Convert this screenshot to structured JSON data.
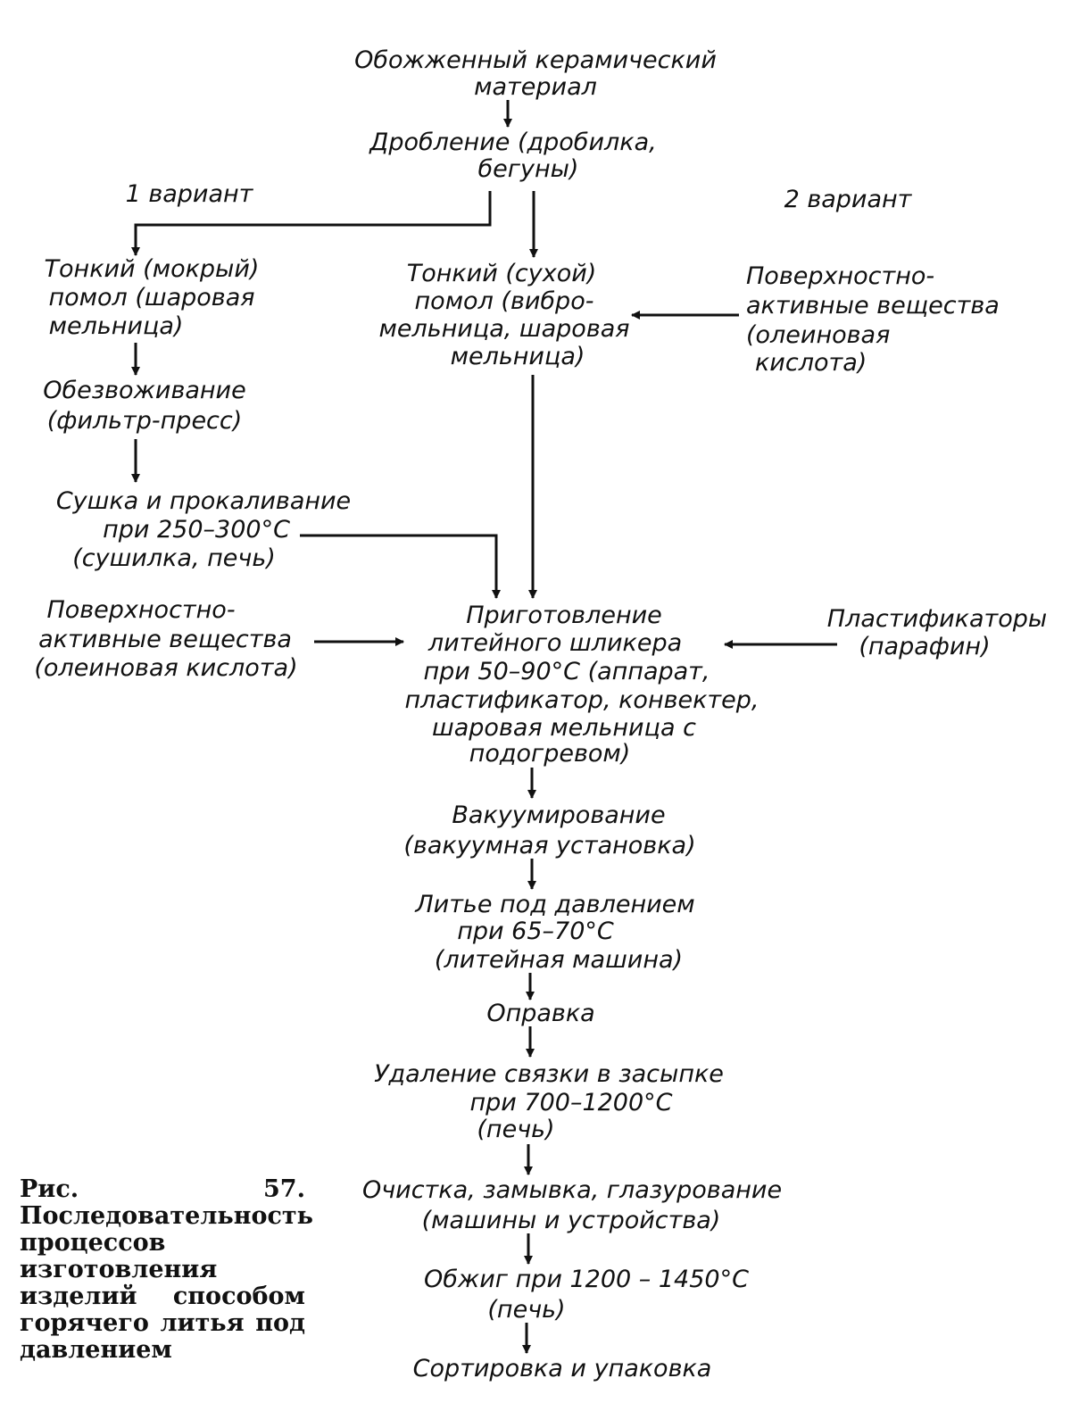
{
  "nodes": {
    "fired_material": [
      "Обожженный керамический",
      "материал"
    ],
    "crushing": [
      "Дробление (дробилка,",
      "бегуны)"
    ],
    "variant_1": "1 вариант",
    "variant_2": "2 вариант",
    "wet_grinding": [
      "Тонкий (мокрый)",
      "помол (шаровая",
      "мельница)"
    ],
    "dry_grinding": [
      "Тонкий (сухой)",
      "помол (вибро-",
      "мельница, шаровая",
      "мельница)"
    ],
    "surfactants_top": [
      "Поверхностно-",
      "активные вещества",
      "(олеиновая",
      "кислота)"
    ],
    "dewatering": [
      "Обезвоживание",
      "(фильтр-пресс)"
    ],
    "drying": [
      "Сушка и прокаливание",
      "при 250–300°С",
      "(сушилка, печь)"
    ],
    "surfactants_left": [
      "Поверхностно-",
      "активные вещества",
      "(олеиновая кислота)"
    ],
    "slip_preparation": [
      "Приготовление",
      "литейного шликера",
      "при 50–90°С (аппарат,",
      "пластификатор, конвектер,",
      "шаровая мельница с",
      "подогревом)"
    ],
    "plasticizers": [
      "Пластификаторы",
      "(парафин)"
    ],
    "vacuuming": [
      "Вакуумирование",
      "(вакуумная установка)"
    ],
    "pressure_casting": [
      "Литье под давлением",
      "при 65–70°С",
      "(литейная машина)"
    ],
    "trimming": "Оправка",
    "binder_removal": [
      "Удаление связки в засыпке",
      "при 700–1200°С",
      "(печь)"
    ],
    "cleaning": [
      "Очистка, замывка, глазурование",
      "(машины и устройства)"
    ],
    "firing": [
      "Обжиг при 1200 – 1450°С",
      "(печь)"
    ],
    "sorting": "Сортировка и упаковка"
  },
  "caption": "Рис. 57. Последовательность процессов изготовления изделий способом горячего литья под давлением"
}
